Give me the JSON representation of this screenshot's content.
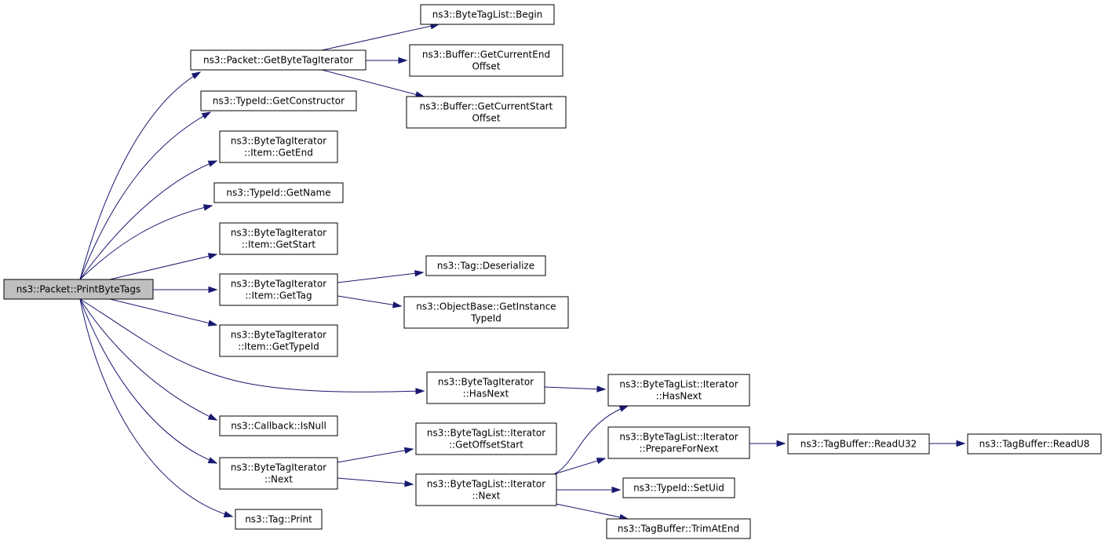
{
  "nodes": [
    {
      "id": "print_byte_tags",
      "lines": [
        "ns3::Packet::PrintByteTags"
      ],
      "root": true
    },
    {
      "id": "get_byte_tag_iterator",
      "lines": [
        "ns3::Packet::GetByteTagIterator"
      ]
    },
    {
      "id": "get_constructor",
      "lines": [
        "ns3::TypeId::GetConstructor"
      ]
    },
    {
      "id": "item_get_end",
      "lines": [
        "ns3::ByteTagIterator",
        "::Item::GetEnd"
      ]
    },
    {
      "id": "typeid_get_name",
      "lines": [
        "ns3::TypeId::GetName"
      ]
    },
    {
      "id": "item_get_start",
      "lines": [
        "ns3::ByteTagIterator",
        "::Item::GetStart"
      ]
    },
    {
      "id": "item_get_tag",
      "lines": [
        "ns3::ByteTagIterator",
        "::Item::GetTag"
      ]
    },
    {
      "id": "item_get_type_id",
      "lines": [
        "ns3::ByteTagIterator",
        "::Item::GetTypeId"
      ]
    },
    {
      "id": "iterator_has_next",
      "lines": [
        "ns3::ByteTagIterator",
        "::HasNext"
      ]
    },
    {
      "id": "callback_is_null",
      "lines": [
        "ns3::Callback::IsNull"
      ]
    },
    {
      "id": "iterator_next",
      "lines": [
        "ns3::ByteTagIterator",
        "::Next"
      ]
    },
    {
      "id": "tag_print",
      "lines": [
        "ns3::Tag::Print"
      ]
    },
    {
      "id": "list_begin",
      "lines": [
        "ns3::ByteTagList::Begin"
      ]
    },
    {
      "id": "buffer_get_current_end_offset",
      "lines": [
        "ns3::Buffer::GetCurrentEnd",
        "Offset"
      ]
    },
    {
      "id": "buffer_get_current_start_offset",
      "lines": [
        "ns3::Buffer::GetCurrentStart",
        "Offset"
      ]
    },
    {
      "id": "tag_deserialize",
      "lines": [
        "ns3::Tag::Deserialize"
      ]
    },
    {
      "id": "objectbase_get_instance_type_id",
      "lines": [
        "ns3::ObjectBase::GetInstance",
        "TypeId"
      ]
    },
    {
      "id": "list_iterator_get_offset_start",
      "lines": [
        "ns3::ByteTagList::Iterator",
        "::GetOffsetStart"
      ]
    },
    {
      "id": "list_iterator_next",
      "lines": [
        "ns3::ByteTagList::Iterator",
        "::Next"
      ]
    },
    {
      "id": "list_iterator_has_next",
      "lines": [
        "ns3::ByteTagList::Iterator",
        "::HasNext"
      ]
    },
    {
      "id": "list_iterator_prepare_for_next",
      "lines": [
        "ns3::ByteTagList::Iterator",
        "::PrepareForNext"
      ]
    },
    {
      "id": "typeid_set_uid",
      "lines": [
        "ns3::TypeId::SetUid"
      ]
    },
    {
      "id": "tagbuffer_trim_at_end",
      "lines": [
        "ns3::TagBuffer::TrimAtEnd"
      ]
    },
    {
      "id": "tagbuffer_read_u32",
      "lines": [
        "ns3::TagBuffer::ReadU32"
      ]
    },
    {
      "id": "tagbuffer_read_u8",
      "lines": [
        "ns3::TagBuffer::ReadU8"
      ]
    }
  ],
  "edges": [
    [
      "print_byte_tags",
      "get_byte_tag_iterator"
    ],
    [
      "print_byte_tags",
      "get_constructor"
    ],
    [
      "print_byte_tags",
      "item_get_end"
    ],
    [
      "print_byte_tags",
      "typeid_get_name"
    ],
    [
      "print_byte_tags",
      "item_get_start"
    ],
    [
      "print_byte_tags",
      "item_get_tag"
    ],
    [
      "print_byte_tags",
      "item_get_type_id"
    ],
    [
      "print_byte_tags",
      "iterator_has_next"
    ],
    [
      "print_byte_tags",
      "callback_is_null"
    ],
    [
      "print_byte_tags",
      "iterator_next"
    ],
    [
      "print_byte_tags",
      "tag_print"
    ],
    [
      "get_byte_tag_iterator",
      "list_begin"
    ],
    [
      "get_byte_tag_iterator",
      "buffer_get_current_end_offset"
    ],
    [
      "get_byte_tag_iterator",
      "buffer_get_current_start_offset"
    ],
    [
      "item_get_tag",
      "tag_deserialize"
    ],
    [
      "item_get_tag",
      "objectbase_get_instance_type_id"
    ],
    [
      "iterator_has_next",
      "list_iterator_has_next"
    ],
    [
      "iterator_next",
      "list_iterator_get_offset_start"
    ],
    [
      "iterator_next",
      "list_iterator_next"
    ],
    [
      "list_iterator_next",
      "list_iterator_has_next"
    ],
    [
      "list_iterator_next",
      "list_iterator_prepare_for_next"
    ],
    [
      "list_iterator_next",
      "typeid_set_uid"
    ],
    [
      "list_iterator_next",
      "tagbuffer_trim_at_end"
    ],
    [
      "list_iterator_prepare_for_next",
      "tagbuffer_read_u32"
    ],
    [
      "tagbuffer_read_u32",
      "tagbuffer_read_u8"
    ]
  ],
  "colors": {
    "edge": "#191970",
    "root_fill": "#bfbfbf",
    "node_fill": "#ffffff",
    "node_stroke": "#000000"
  }
}
